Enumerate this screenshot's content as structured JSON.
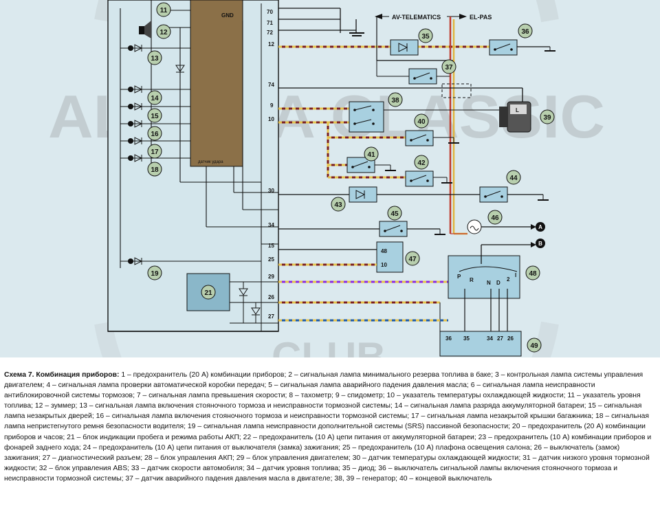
{
  "watermark": {
    "main": "ALMERA CLASSIC",
    "bottom": "CLUB",
    "top": ""
  },
  "module": {
    "gnd": "GND",
    "sensor": "датчик удара"
  },
  "pins": {
    "p70": "70",
    "p71": "71",
    "p72": "72",
    "p12": "12",
    "p74": "74",
    "p9": "9",
    "p10": "10",
    "p30": "30",
    "p34": "34",
    "p15": "15",
    "p25": "25",
    "p29": "29",
    "p26": "26",
    "p27": "27"
  },
  "connectors": {
    "av_telematics": "AV-TELEMATICS",
    "el_pas": "EL-PAS",
    "out_a": "A",
    "out_b": "B"
  },
  "block47": {
    "t48": "48",
    "t10": "10"
  },
  "block48": {
    "p": "P",
    "r": "R",
    "n": "N",
    "d": "D",
    "two": "2",
    "one": "I"
  },
  "block49": {
    "t36": "36",
    "t35": "35",
    "t34": "34",
    "t27": "27",
    "t26": "26"
  },
  "gen": {
    "l": "L"
  },
  "components": [
    "11",
    "12",
    "13",
    "14",
    "15",
    "16",
    "17",
    "18",
    "19",
    "21",
    "35",
    "36",
    "37",
    "38",
    "39",
    "40",
    "41",
    "42",
    "43",
    "44",
    "45",
    "46",
    "47",
    "48",
    "49"
  ],
  "caption": {
    "title": "Схема 7. Комбинация приборов:",
    "text": " 1 – предохранитель (20 А) комбинации приборов; 2 – сигнальная лампа минимального резерва топлива в баке; 3 – контрольная лампа системы управления двигателем; 4 – сигнальная лампа проверки автоматической коробки передач; 5 – сигнальная лампа аварийного падения давления масла; 6 – сигнальная лампа неисправности антиблокировочной системы тормозов; 7 – сигнальная лампа превышения скорости; 8 – тахометр; 9 – спидометр; 10 – указатель температуры охлаждающей жидкости; 11 – указатель уровня топлива; 12 – зуммер; 13 – сигнальная лампа включения стояночного тормоза и неисправности тормозной системы; 14 – сигнальная лампа разряда аккумуляторной батареи; 15 – сигнальная лампа незакрытых дверей; 16 – сигнальная лампа включения стояночного тормоза и неисправности тормозной системы; 17 – сигнальная лампа незакрытой крышки багажника; 18 – сигнальная лампа непристегнутого ремня безопасности водителя; 19 – сигнальная лампа неисправности дополнительной системы (SRS) пассивной безопасности; 20 – предохранитель (20 А) комбинации приборов и часов; 21 – блок индикации пробега и режима работы АКП; 22 – предохранитель (10 А) цепи питания от аккумуляторной батареи; 23 – предохранитель (10 А) комбинации приборов и фонарей заднего хода; 24 – предохранитель (10 А) цепи питания от выключателя (замка) зажигания; 25 – предохранитель (10 А) плафона освещения салона; 26 – выключатель (замок) зажигания; 27 – диагностический разъем; 28 – блок управления АКП; 29 – блок управления двигателем; 30 – датчик температуры охлаждающей жидкости; 31 – датчик низкого уровня тормозной жидкости; 32 – блок управления ABS; 33 – датчик скорости автомобиля; 34 – датчик уровня топлива; 35 – диод; 36 – выключатель сигнальной лампы включения стояночного тормоза и неисправности тормозной системы; 37 – датчик аварийного падения давления масла в двигателе; 38, 39 – генератор; 40 – концевой выключатель"
  }
}
